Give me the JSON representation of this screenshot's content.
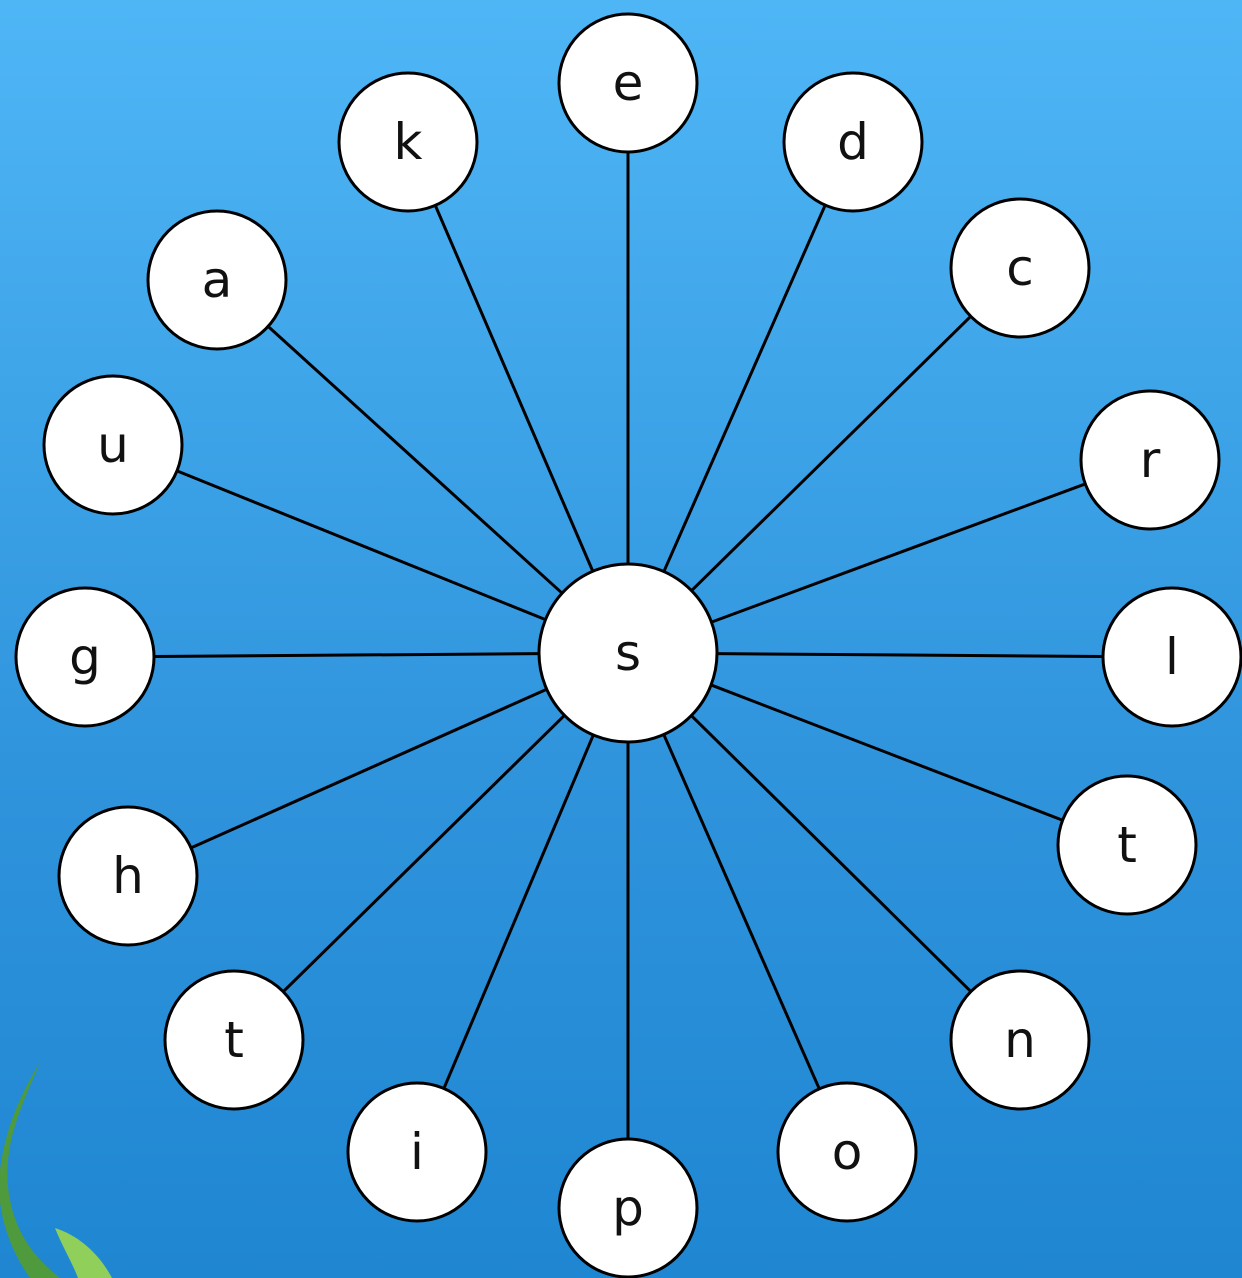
{
  "center": {
    "letter": "s"
  },
  "outer_letters": [
    "e",
    "d",
    "c",
    "r",
    "l",
    "t",
    "n",
    "o",
    "p",
    "i",
    "t",
    "h",
    "g",
    "u",
    "a",
    "k"
  ],
  "colors": {
    "background_top": "#4fb6f6",
    "background_bottom": "#1f86d2",
    "circle_fill": "#ffffff",
    "line": "#000000",
    "seaweed_dark": "#4f9a3c",
    "seaweed_light": "#8fcf5a"
  },
  "decoration": {
    "icon": "seaweed-icon"
  }
}
